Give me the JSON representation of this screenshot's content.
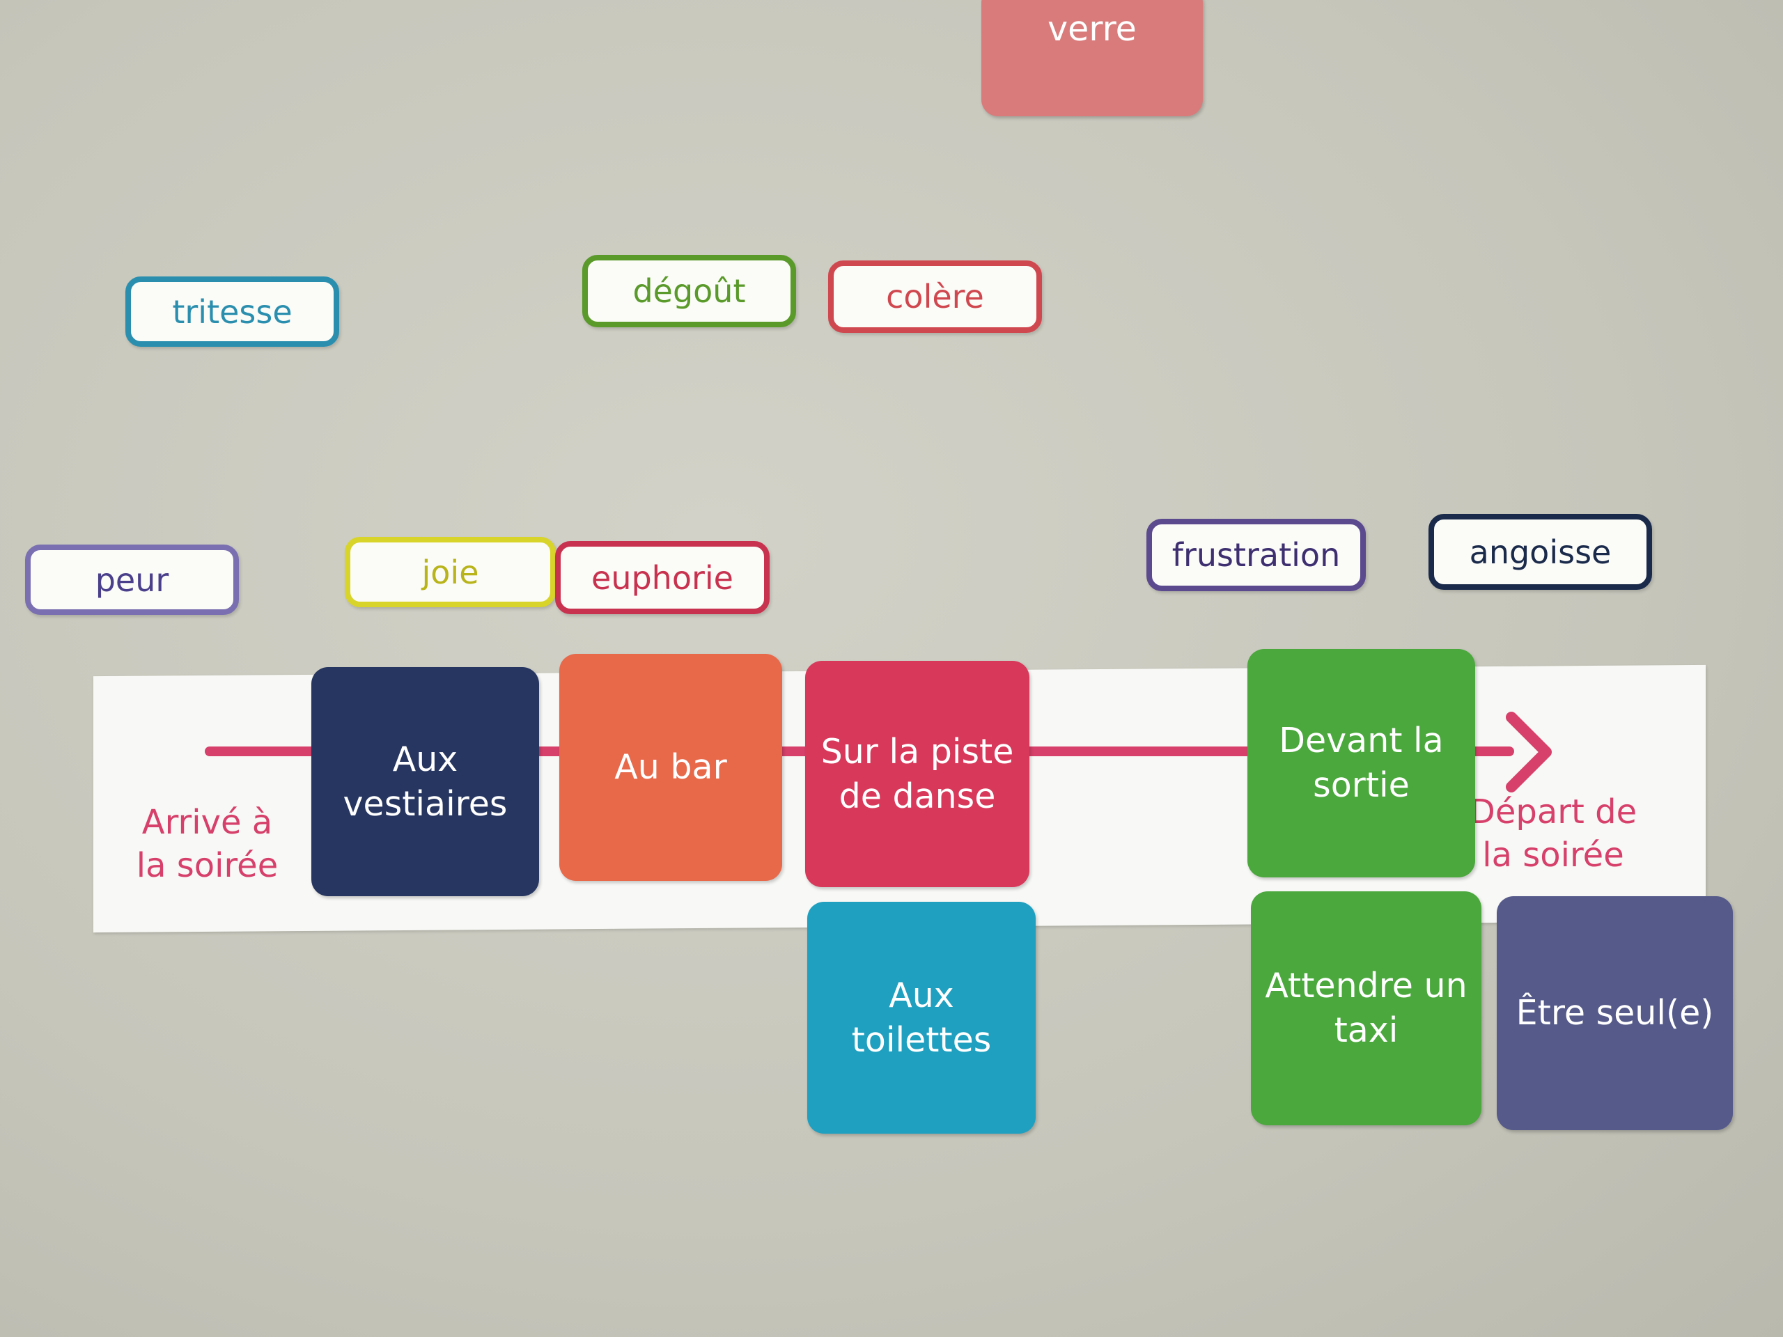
{
  "top_card": {
    "label": "verre",
    "color": "#d97b7b"
  },
  "emotions": [
    {
      "label": "tritesse",
      "color": "#2a8fae"
    },
    {
      "label": "dégoût",
      "color": "#5a9a2a"
    },
    {
      "label": "colère",
      "color": "#d0484f"
    },
    {
      "label": "peur",
      "color": "#7a6fb0"
    },
    {
      "label": "joie",
      "color": "#d8d42a"
    },
    {
      "label": "euphorie",
      "color": "#c8324f"
    },
    {
      "label": "frustration",
      "color": "#5c4a8e"
    },
    {
      "label": "angoisse",
      "color": "#1a2a4a"
    }
  ],
  "timeline": {
    "start_label": "Arrivé à la soirée",
    "end_label": "Départ de la soirée",
    "line_color": "#d6406a"
  },
  "places": [
    {
      "label": "Aux vestiaires",
      "color": "#263660"
    },
    {
      "label": "Au bar",
      "color": "#e8684a"
    },
    {
      "label": "Sur la piste de danse",
      "color": "#d8385a"
    },
    {
      "label": "Devant la sortie",
      "color": "#4aa83c"
    },
    {
      "label": "Aux toilettes",
      "color": "#1fa0c0"
    },
    {
      "label": "Attendre un taxi",
      "color": "#4aa83c"
    },
    {
      "label": "Être seul(e)",
      "color": "#555a8a"
    }
  ]
}
